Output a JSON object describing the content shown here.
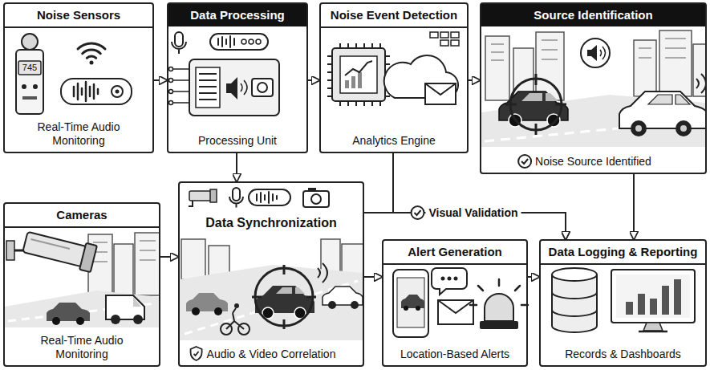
{
  "diagram": {
    "nodes": [
      {
        "text": [
          "Noise Sensors",
          "Real-Time Audio Monitoring"
        ]
      },
      {
        "text": [
          "Data Processing",
          "Processing Unit"
        ]
      },
      {
        "text": [
          "Noise Event Detection",
          "Analytics Engine"
        ]
      },
      {
        "text": [
          "Source Identification",
          "Noise Source Identified"
        ]
      },
      {
        "text": [
          "Cameras",
          "Real-Time Audio Monitoring"
        ]
      },
      {
        "text": [
          "Data Synchronization",
          "Audio & Video Correlation"
        ]
      },
      {
        "text": [
          "Alert Generation",
          "Location-Based Alerts"
        ]
      },
      {
        "text": [
          "Data Logging & Reporting",
          "Records & Dashboards"
        ]
      }
    ],
    "edges": [
      {
        "from": 0,
        "to": 1,
        "arrow": "to"
      },
      {
        "from": 1,
        "to": 2,
        "arrow": "to"
      },
      {
        "from": 2,
        "to": 3,
        "arrow": "to"
      },
      {
        "from": 1,
        "to": 5,
        "arrow": "to"
      },
      {
        "from": 4,
        "to": 5,
        "arrow": "to"
      },
      {
        "from": 5,
        "to": 6,
        "arrow": "to"
      },
      {
        "from": 6,
        "to": 7,
        "arrow": "to"
      },
      {
        "from": 3,
        "to": 7,
        "arrow": "to"
      },
      {
        "from": 5,
        "to": 7,
        "label": "Visual Validation",
        "arrow": "to"
      },
      {
        "from": 2,
        "to": 7,
        "arrow": "to"
      }
    ],
    "labels": [
      "745"
    ]
  }
}
